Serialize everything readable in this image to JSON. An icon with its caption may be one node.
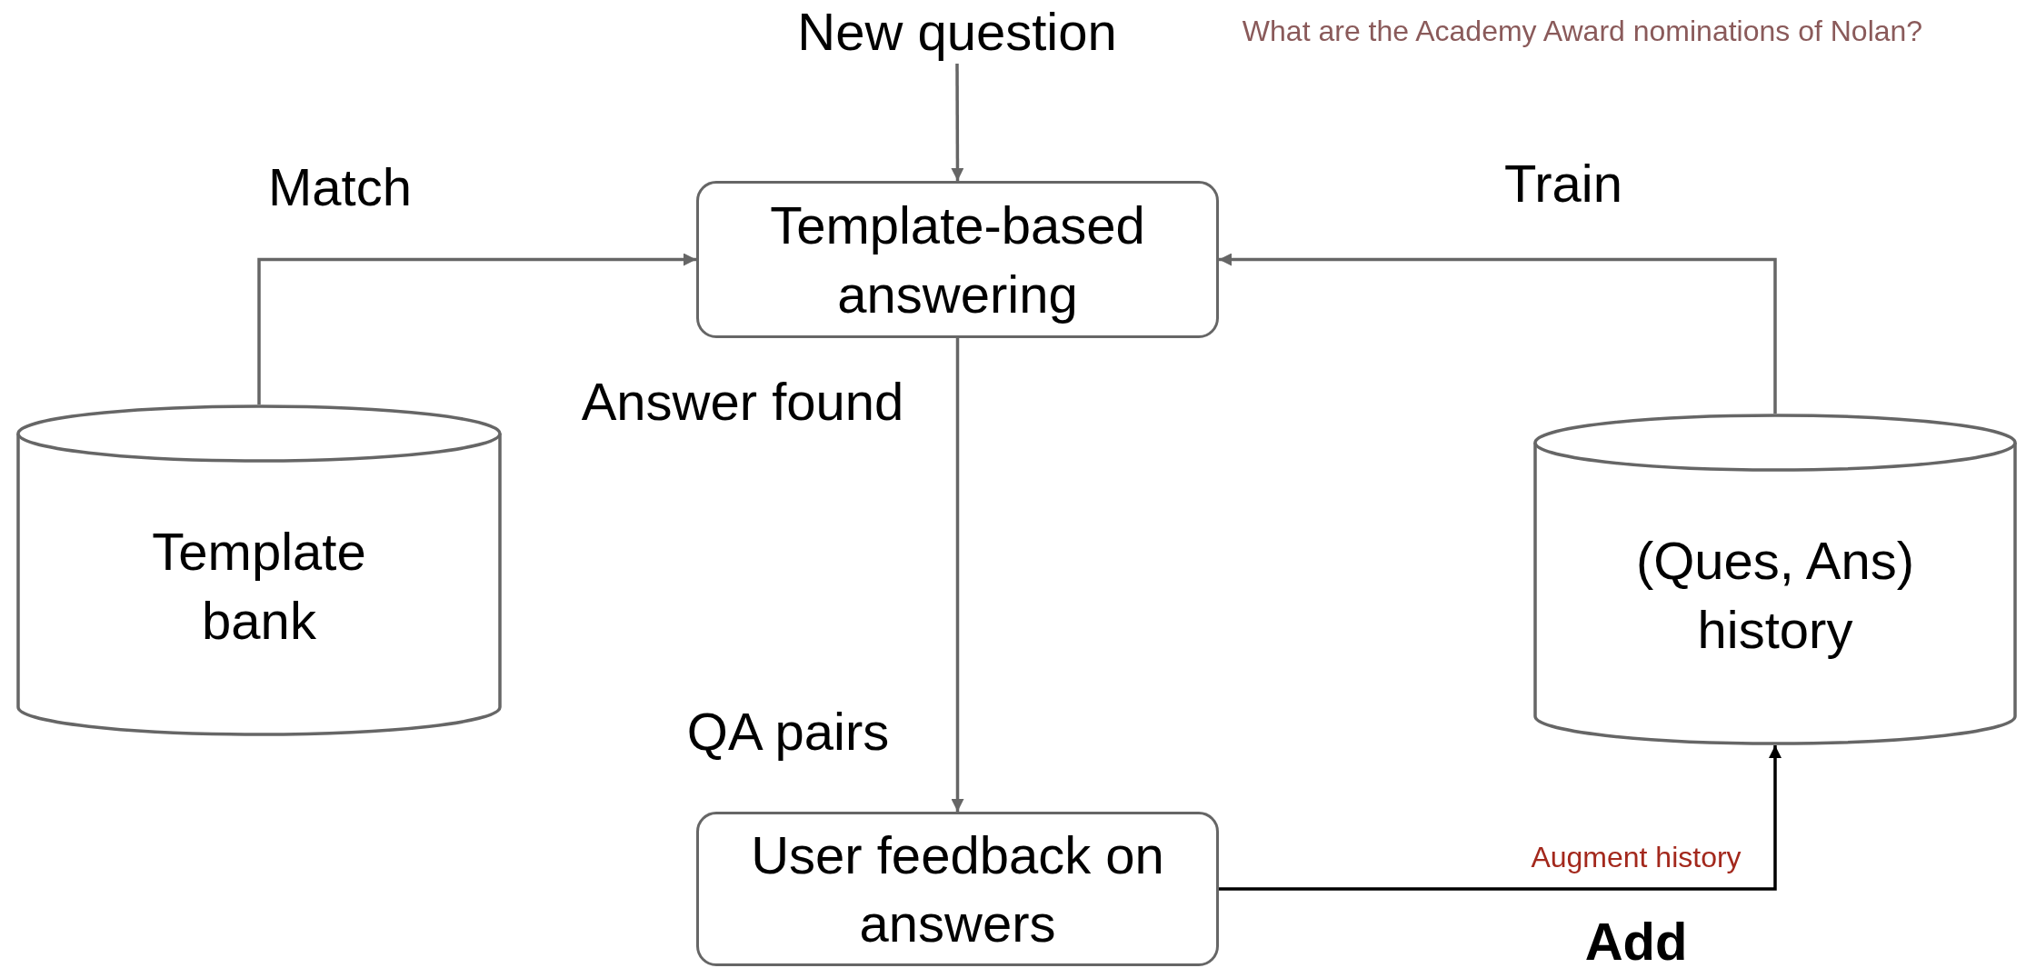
{
  "diagram": {
    "nodes": [
      {
        "text": [
          "New question"
        ]
      },
      {
        "text": [
          "Template-based answering"
        ]
      },
      {
        "text": [
          "Template bank"
        ]
      },
      {
        "text": [
          "(Ques, Ans) history"
        ]
      },
      {
        "text": [
          "User feedback on answers"
        ]
      }
    ],
    "edges": [
      {
        "from": 0,
        "to": 1,
        "arrow": "to"
      },
      {
        "from": 2,
        "to": 1,
        "arrow": "to",
        "label": "Match"
      },
      {
        "from": 3,
        "to": 1,
        "arrow": "to",
        "label": "Train"
      },
      {
        "from": 1,
        "to": 4,
        "arrow": "to",
        "label": "Answer found"
      },
      {
        "from": 4,
        "to": 3,
        "arrow": "to",
        "label": "Add",
        "color": "#000000"
      }
    ],
    "labels": [
      "What are the Academy Award nominations of Nolan?",
      "QA pairs",
      "Augment history"
    ]
  }
}
